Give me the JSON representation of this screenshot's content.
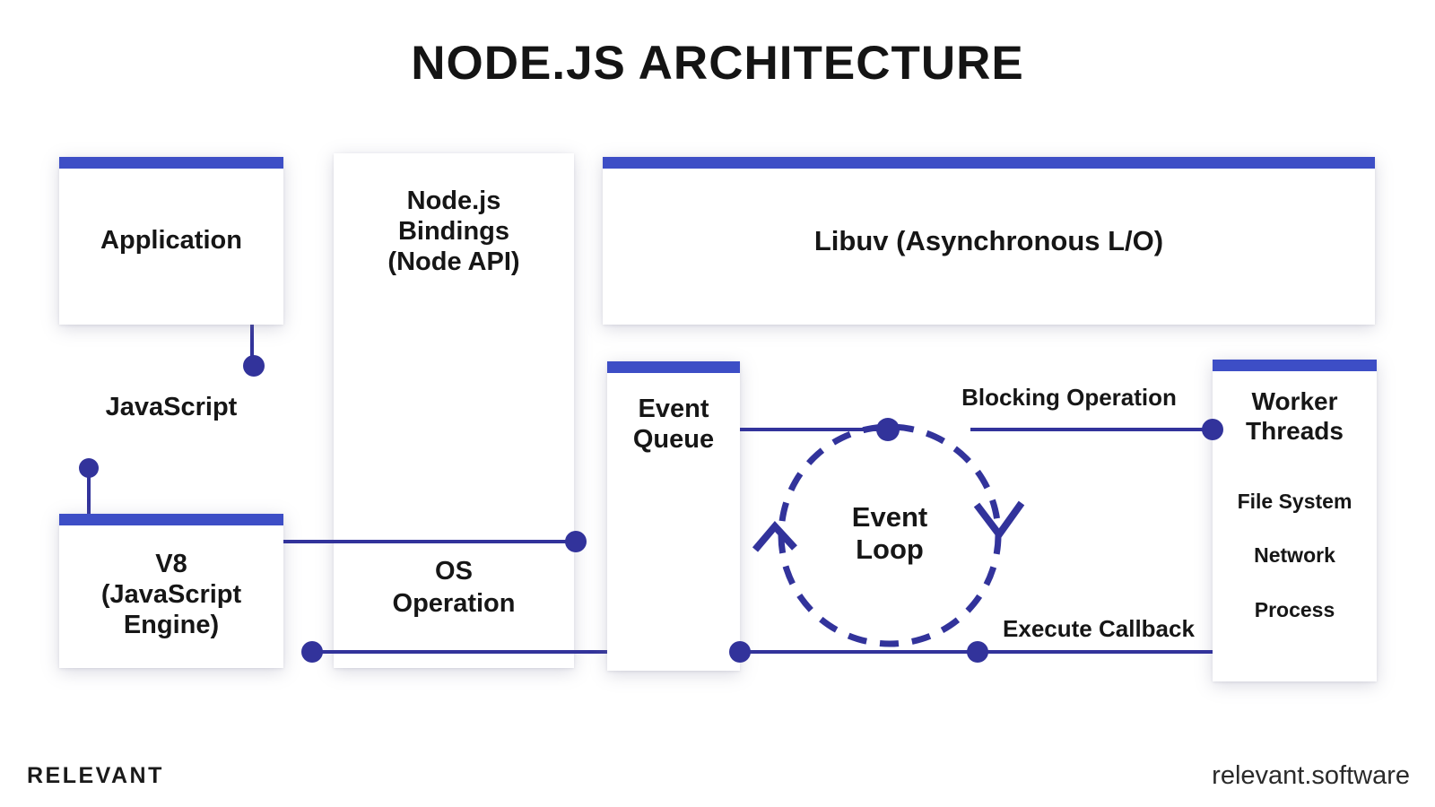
{
  "title": "NODE.JS ARCHITECTURE",
  "colors": {
    "accent_bar": "#3D4EC6",
    "connector": "#32339B"
  },
  "boxes": {
    "application": {
      "label": "Application"
    },
    "bindings": {
      "lines": [
        "Node.js",
        "Bindings",
        "(Node API)"
      ],
      "os_lines": [
        "OS",
        "Operation"
      ]
    },
    "libuv": {
      "label": "Libuv (Asynchronous L/O)"
    },
    "event_queue": {
      "lines": [
        "Event",
        "Queue"
      ]
    },
    "v8": {
      "lines": [
        "V8",
        "(JavaScript",
        "Engine)"
      ]
    },
    "worker_threads": {
      "lines": [
        "Worker",
        "Threads"
      ],
      "items": [
        "File System",
        "Network",
        "Process"
      ]
    }
  },
  "labels": {
    "javascript": "JavaScript",
    "blocking_operation": "Blocking Operation",
    "execute_callback": "Execute Callback",
    "event_loop": [
      "Event",
      "Loop"
    ]
  },
  "footer": {
    "brand": "RELEVANT",
    "site": "relevant.software"
  }
}
